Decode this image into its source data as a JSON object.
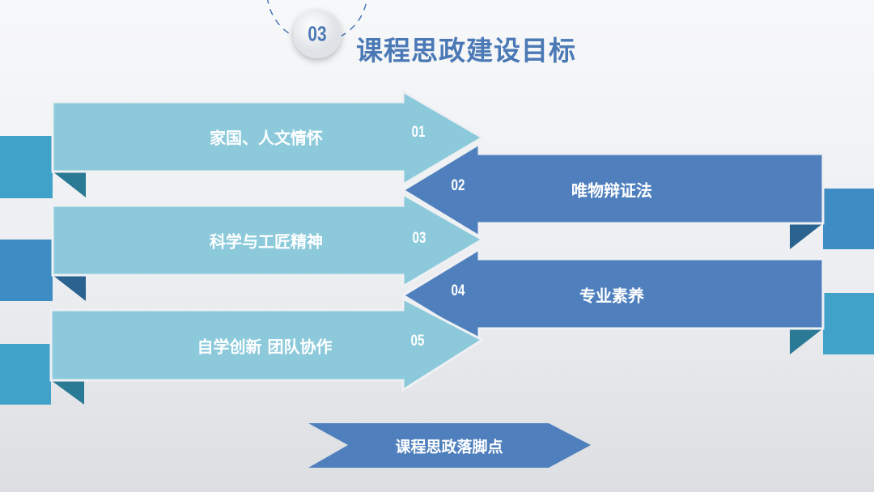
{
  "header": {
    "section_number": "03",
    "title": "课程思政建设目标"
  },
  "arrows": [
    {
      "number": "01",
      "label": "家国、人文情怀",
      "direction": "right"
    },
    {
      "number": "02",
      "label": "唯物辩证法",
      "direction": "left"
    },
    {
      "number": "03",
      "label": "科学与工匠精神",
      "direction": "right"
    },
    {
      "number": "04",
      "label": "专业素养",
      "direction": "left"
    },
    {
      "number": "05",
      "label": "自学创新 团队协作",
      "direction": "right"
    }
  ],
  "footer_banner": {
    "label": "课程思政落脚点"
  },
  "colors": {
    "light_arrow": "#8ccadb",
    "dark_arrow": "#4f80bd",
    "title": "#4b79b5"
  }
}
